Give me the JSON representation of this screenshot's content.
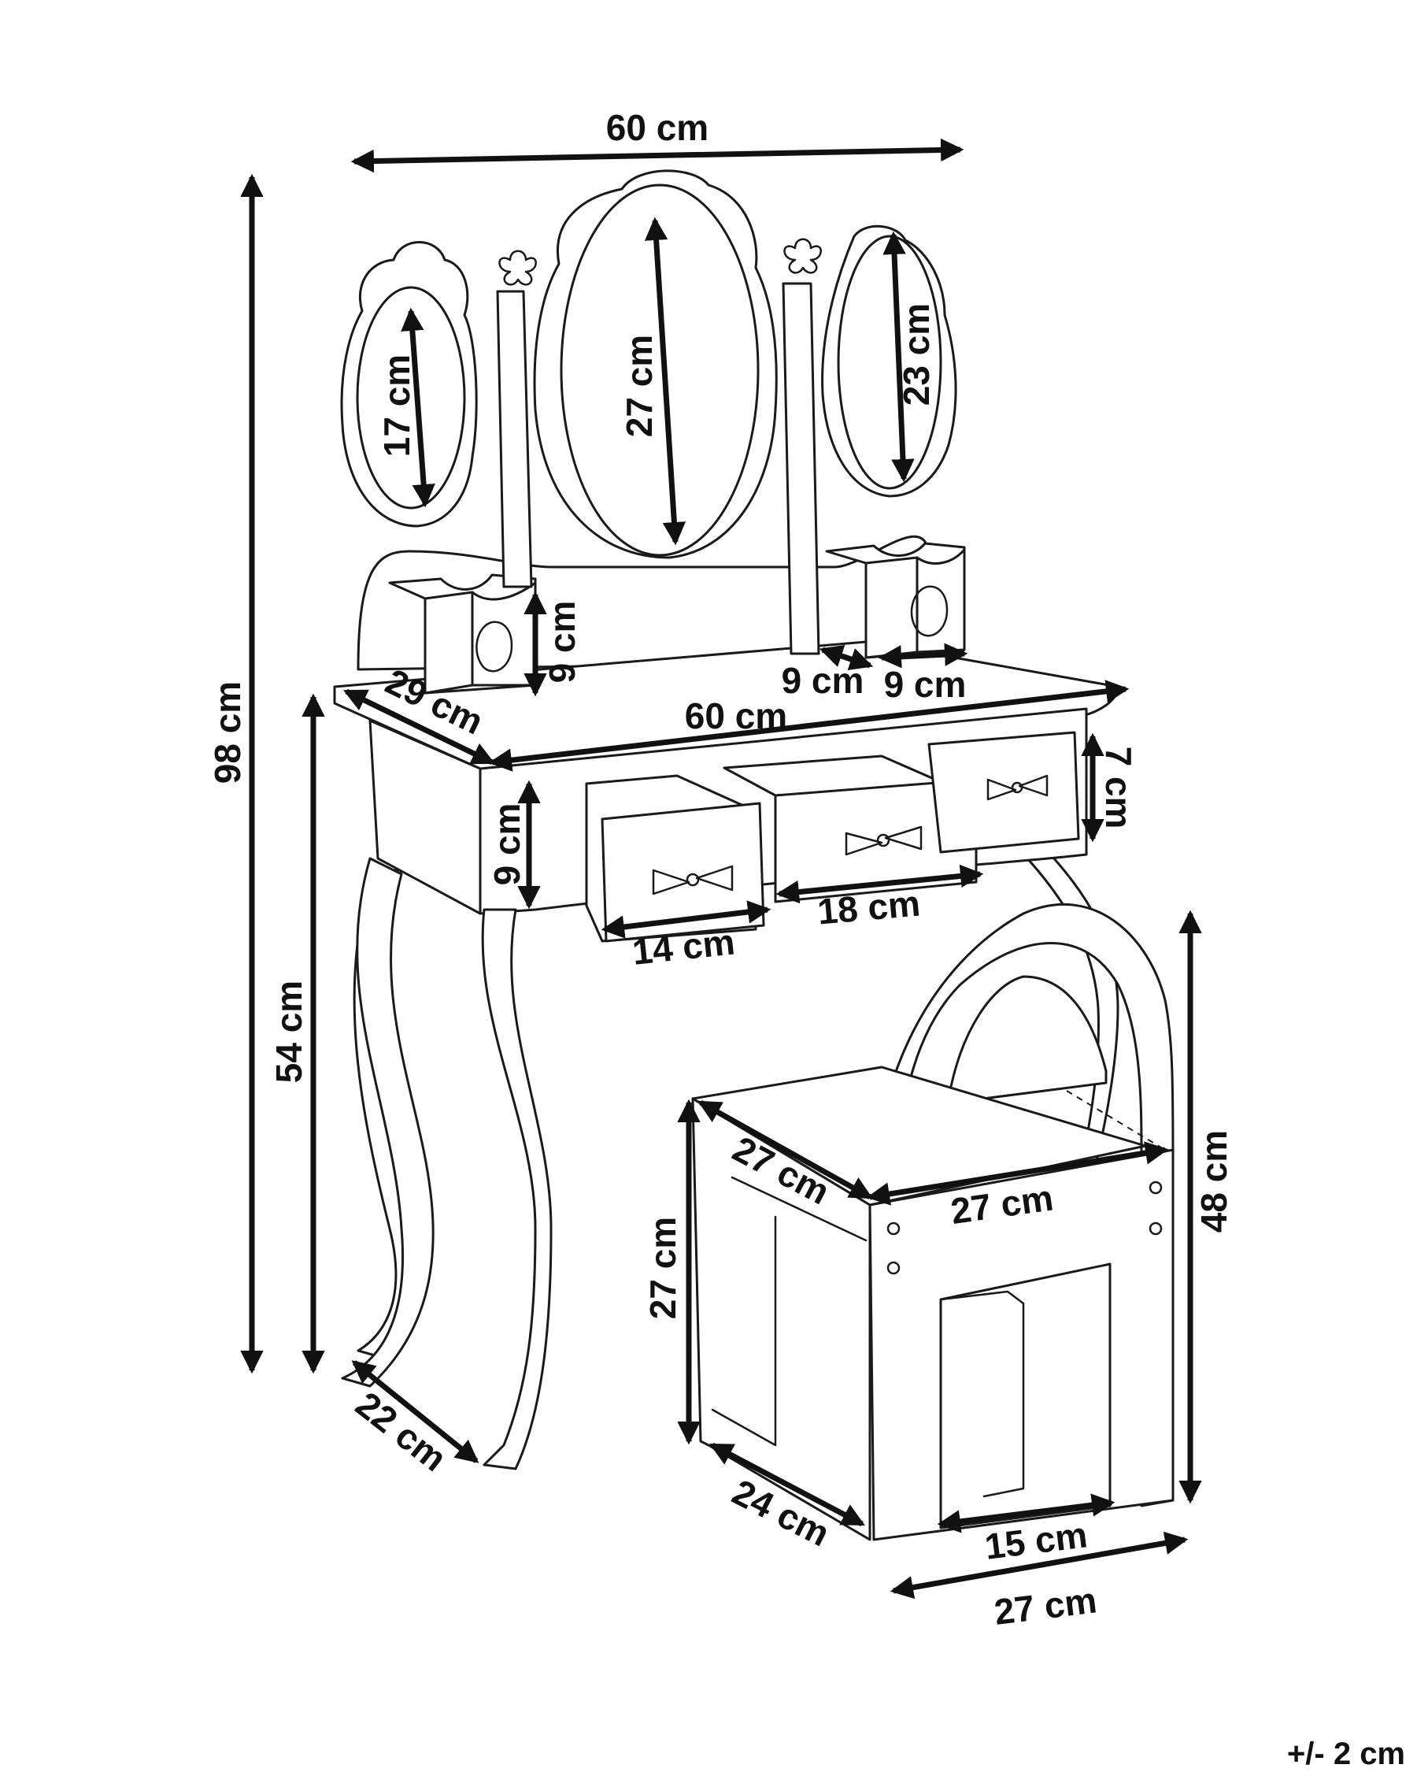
{
  "dimensions": {
    "overall_width": "60 cm",
    "overall_height": "98 cm",
    "mirror_left_height": "17 cm",
    "mirror_center_height": "27 cm",
    "mirror_right_height": "23 cm",
    "organizer_height": "9 cm",
    "organizer_gap": "9 cm",
    "organizer_width": "9 cm",
    "table_depth": "29 cm",
    "table_width": "60 cm",
    "apron_height": "9 cm",
    "side_drawer_height": "7 cm",
    "left_drawer_width": "14 cm",
    "middle_drawer_width": "18 cm",
    "table_height": "54 cm",
    "leg_base_depth": "22 cm",
    "chair_seat_depth": "27 cm",
    "chair_seat_width": "27 cm",
    "chair_seat_height": "27 cm",
    "chair_total_height": "48 cm",
    "chair_base_depth": "24 cm",
    "chair_opening_width": "15 cm",
    "chair_base_width": "27 cm"
  },
  "tolerance": "+/- 2 cm",
  "colors": {
    "line": "#1a1a1a",
    "background": "#ffffff"
  }
}
